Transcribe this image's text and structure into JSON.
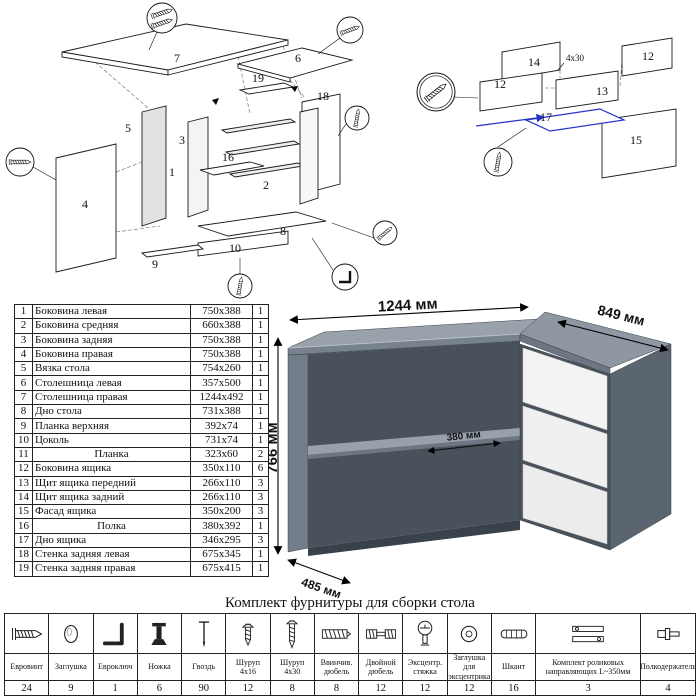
{
  "parts_table": {
    "rows": [
      {
        "num": "1",
        "name": "Боковина левая",
        "size": "750x388",
        "qty": "1"
      },
      {
        "num": "2",
        "name": "Боковина средняя",
        "size": "660x388",
        "qty": "1"
      },
      {
        "num": "3",
        "name": "Боковина задняя",
        "size": "750x388",
        "qty": "1"
      },
      {
        "num": "4",
        "name": "Боковина правая",
        "size": "750x388",
        "qty": "1"
      },
      {
        "num": "5",
        "name": "Вязка стола",
        "size": "754x260",
        "qty": "1"
      },
      {
        "num": "6",
        "name": "Столешница левая",
        "size": "357x500",
        "qty": "1"
      },
      {
        "num": "7",
        "name": "Столешница правая",
        "size": "1244x492",
        "qty": "1"
      },
      {
        "num": "8",
        "name": "Дно стола",
        "size": "731x388",
        "qty": "1"
      },
      {
        "num": "9",
        "name": "Планка верхняя",
        "size": "392x74",
        "qty": "1"
      },
      {
        "num": "10",
        "name": "Цоколь",
        "size": "731x74",
        "qty": "1"
      },
      {
        "num": "11",
        "name": "Планка",
        "size": "323x60",
        "qty": "2"
      },
      {
        "num": "12",
        "name": "Боковина ящика",
        "size": "350x110",
        "qty": "6"
      },
      {
        "num": "13",
        "name": "Щит ящика передний",
        "size": "266x110",
        "qty": "3"
      },
      {
        "num": "14",
        "name": "Щит ящика задний",
        "size": "266x110",
        "qty": "3"
      },
      {
        "num": "15",
        "name": "Фасад ящика",
        "size": "350x200",
        "qty": "3"
      },
      {
        "num": "16",
        "name": "Полка",
        "size": "380x392",
        "qty": "1"
      },
      {
        "num": "17",
        "name": "Дно ящика",
        "size": "346x295",
        "qty": "3"
      },
      {
        "num": "18",
        "name": "Стенка задняя левая",
        "size": "675x345",
        "qty": "1"
      },
      {
        "num": "19",
        "name": "Стенка задняя правая",
        "size": "675x415",
        "qty": "1"
      }
    ]
  },
  "desk_render": {
    "width": "1244 мм",
    "depth": "849 мм",
    "height": "766 мм",
    "bottom_depth": "485 мм",
    "shelf_depth": "380 мм",
    "colors": {
      "top": "#99a2ab",
      "front": "#78828e",
      "side": "#5b6570",
      "interior": "#49515a",
      "drawer": "#f3f3f3"
    }
  },
  "diagram_desk": {
    "callouts": {
      "c1": "1",
      "c2": "2",
      "c3": "3",
      "c4": "4",
      "c5": "5",
      "c6": "6",
      "c7": "7",
      "c8": "8",
      "c9": "9",
      "c10": "10",
      "c16": "16",
      "c18": "18",
      "c19": "19"
    }
  },
  "diagram_drawer": {
    "callouts": {
      "c12a": "12",
      "c12b": "12",
      "c13": "13",
      "c14": "14",
      "c15": "15",
      "c17": "17"
    },
    "screw_note": "4x30",
    "accent_color": "#2233cc"
  },
  "hardware": {
    "title": "Комплект фурнитуры для сборки стола",
    "items": [
      {
        "name": "Евровинт",
        "qty": "24",
        "icon": "confirmat-screw"
      },
      {
        "name": "Заглушка",
        "qty": "9",
        "icon": "cap"
      },
      {
        "name": "Евроключ",
        "qty": "1",
        "icon": "hex-key"
      },
      {
        "name": "Ножка",
        "qty": "6",
        "icon": "leg"
      },
      {
        "name": "Гвоздь",
        "qty": "90",
        "icon": "nail"
      },
      {
        "name": "Шуруп 4x16",
        "qty": "12",
        "icon": "screw-short"
      },
      {
        "name": "Шуруп 4x30",
        "qty": "8",
        "icon": "screw-long"
      },
      {
        "name": "Ввинчив. дюбель",
        "qty": "8",
        "icon": "threaded-dowel"
      },
      {
        "name": "Двойной дюбель",
        "qty": "12",
        "icon": "double-dowel"
      },
      {
        "name": "Эксцентр. стяжка",
        "qty": "12",
        "icon": "cam-lock"
      },
      {
        "name": "Заглушка для эксцентрика",
        "qty": "12",
        "icon": "cam-cap"
      },
      {
        "name": "Шкант",
        "qty": "16",
        "icon": "wooden-dowel"
      },
      {
        "name": "Комплект роликовых направляющих L~350мм",
        "qty": "3",
        "icon": "drawer-slides"
      },
      {
        "name": "Полкодержатель",
        "qty": "4",
        "icon": "shelf-pin"
      }
    ]
  }
}
